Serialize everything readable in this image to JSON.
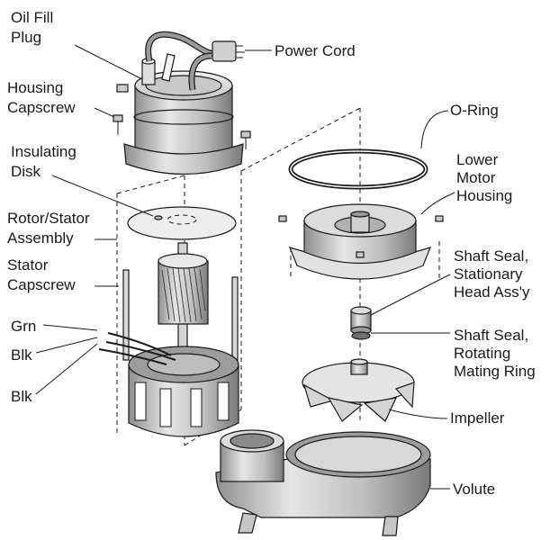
{
  "labels": {
    "oil_fill_plug": [
      "Oil Fill",
      "Plug"
    ],
    "housing_capscrew": [
      "Housing",
      "Capscrew"
    ],
    "insulating_disk": [
      "Insulating",
      "Disk"
    ],
    "rotor_stator_assembly": [
      "Rotor/Stator",
      "Assembly"
    ],
    "stator_capscrew": [
      "Stator",
      "Capscrew"
    ],
    "grn": "Grn",
    "blk_upper": "Blk",
    "blk_lower": "Blk",
    "power_cord": "Power Cord",
    "o_ring": "O-Ring",
    "lower_motor_housing": [
      "Lower",
      "Motor",
      "Housing"
    ],
    "shaft_seal_stationary": [
      "Shaft Seal,",
      "Stationary",
      "Head Ass'y"
    ],
    "shaft_seal_rotating": [
      "Shaft Seal,",
      "Rotating",
      "Mating Ring"
    ],
    "impeller": "Impeller",
    "volute": "Volute"
  },
  "colors": {
    "ink": "#1a1a1a",
    "metal_light": "#d9d9d9",
    "metal_mid": "#b3b3b3",
    "metal_dark": "#808080"
  }
}
